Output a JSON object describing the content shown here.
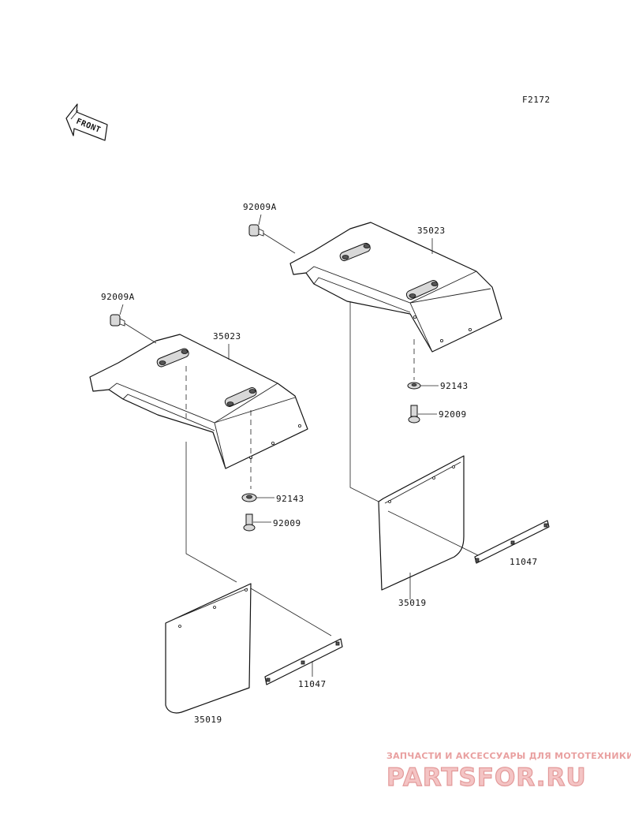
{
  "figure_code": "F2172",
  "front_label": "FRONT",
  "labels": {
    "bolt_right": "92009A",
    "guard_right": "35023",
    "washer_right": "92143",
    "screw_right": "92009",
    "flap_right": "35019",
    "strip_right": "11047",
    "bolt_left": "92009A",
    "guard_left": "35023",
    "washer_left": "92143",
    "screw_left": "92009",
    "flap_left": "35019",
    "strip_left": "11047"
  },
  "watermark": {
    "tagline": "ЗАПЧАСТИ И АКСЕССУАРЫ ДЛЯ МОТОТЕХНИКИ",
    "brand": "PARTSFOR.RU",
    "color": "#e9a0a0"
  }
}
